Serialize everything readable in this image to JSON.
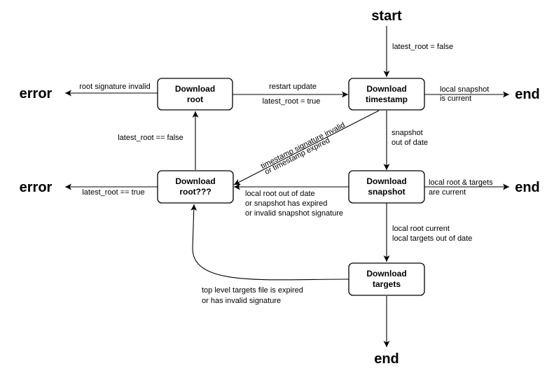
{
  "terminals": {
    "start": "start",
    "error": "error",
    "end": "end"
  },
  "nodes": {
    "download_root": [
      "Download",
      "root"
    ],
    "download_timestamp": [
      "Download",
      "timestamp"
    ],
    "download_root_retry": [
      "Download",
      "root???"
    ],
    "download_snapshot": [
      "Download",
      "snapshot"
    ],
    "download_targets": [
      "Download",
      "targets"
    ]
  },
  "edges": {
    "start_to_timestamp": [
      "latest_root = false"
    ],
    "root_to_error": [
      "root signature invalid"
    ],
    "restart_update": [
      "restart update"
    ],
    "latest_root_true": [
      "latest_root = true"
    ],
    "timestamp_to_end": [
      "local snapshot",
      "is current"
    ],
    "retry_to_root": [
      "latest_root == false"
    ],
    "timestamp_invalid": [
      "timestamp signature invalid",
      "or timestamp expired"
    ],
    "timestamp_to_snapshot": [
      "snapshot",
      "out of date"
    ],
    "retry_to_error": [
      "latest_root == true"
    ],
    "snapshot_to_retry": [
      "local root out of date",
      "or snapshot has expired",
      "or invalid snapshot signature"
    ],
    "snapshot_to_end": [
      "local root & targets",
      "are current"
    ],
    "snapshot_to_targets": [
      "local root current",
      "local targets out of date"
    ],
    "targets_to_retry": [
      "top level targets file is expired",
      "or has invalid signature"
    ]
  }
}
